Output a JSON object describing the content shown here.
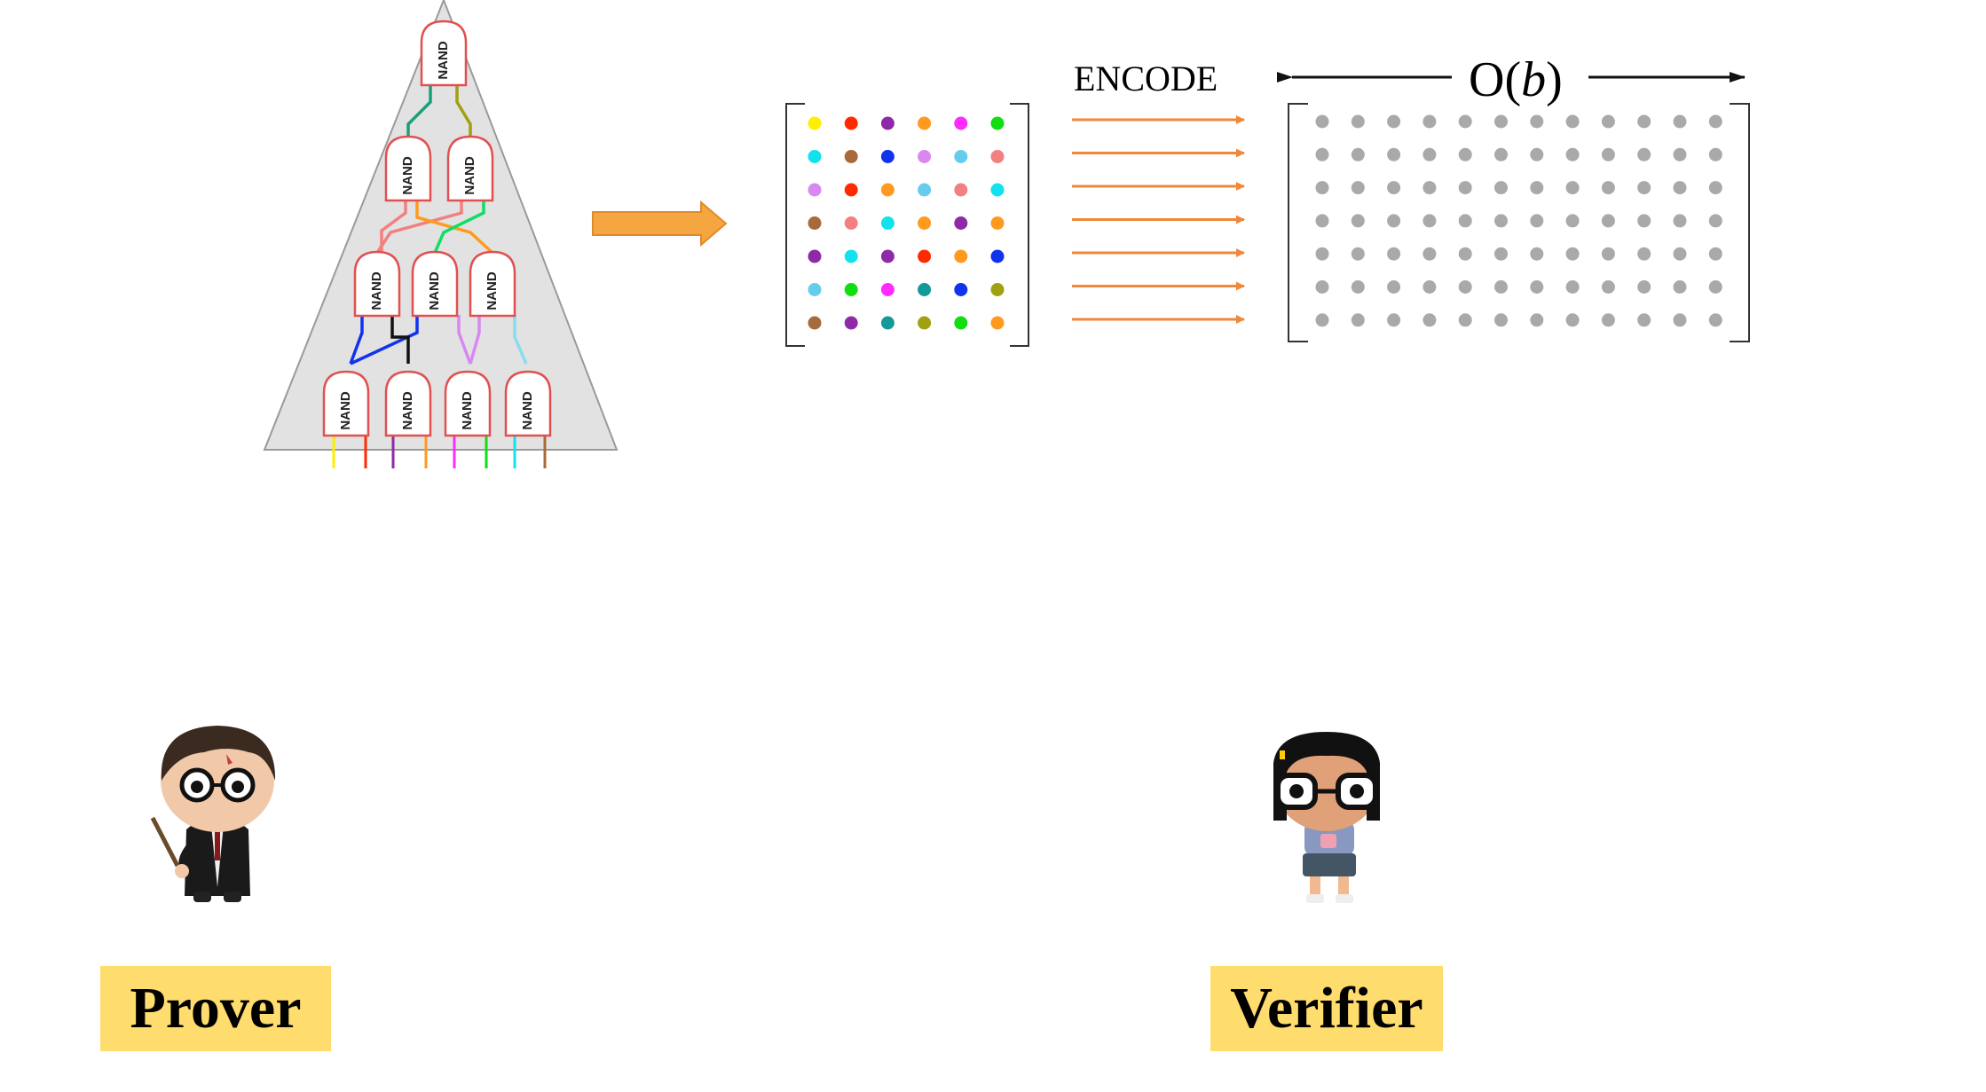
{
  "diagram": {
    "gate_label": "NAND",
    "encode_label": "ENCODE",
    "size_label_prefix": "O(",
    "size_label_var": "b",
    "size_label_suffix": ")",
    "colored_matrix": [
      [
        "#ffee00",
        "#ff2a00",
        "#8e2aa8",
        "#ff9a1f",
        "#ff2aff",
        "#11dd11"
      ],
      [
        "#11e2ee",
        "#a86a3a",
        "#1133ee",
        "#d888f0",
        "#66ccee",
        "#f28080"
      ],
      [
        "#d888f0",
        "#ff2a00",
        "#ff9a1f",
        "#66ccee",
        "#f28080",
        "#11e2ee"
      ],
      [
        "#a86a3a",
        "#f28080",
        "#11e2ee",
        "#ff9a1f",
        "#8e2aa8",
        "#ff9a1f"
      ],
      [
        "#8e2aa8",
        "#11e2ee",
        "#8e2aa8",
        "#ff2a00",
        "#ff9a1f",
        "#1133ee"
      ],
      [
        "#66ccee",
        "#11dd11",
        "#ff2aff",
        "#14999a",
        "#1133ee",
        "#a0a011"
      ],
      [
        "#a86a3a",
        "#8e2aa8",
        "#14999a",
        "#a0a011",
        "#11dd11",
        "#ff9a1f"
      ]
    ],
    "encoded_matrix": {
      "rows": 7,
      "cols": 12,
      "dot_color": "#a9a9a9"
    },
    "arrow_color": "#f0873a",
    "fat_arrow_color": "#f5a640"
  },
  "characters": {
    "prover": {
      "label": "Prover",
      "icon": "harry-potter-figure"
    },
    "verifier": {
      "label": "Verifier",
      "icon": "girl-with-glasses-figure"
    }
  }
}
